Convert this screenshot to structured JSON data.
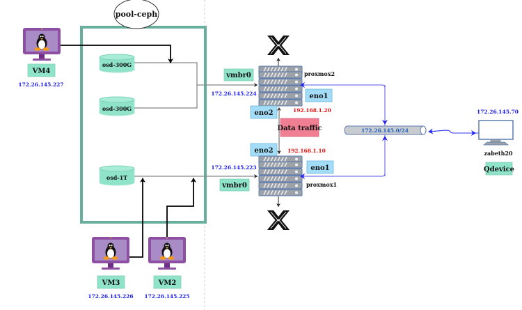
{
  "pool": {
    "label": "pool-ceph",
    "border_color": "#67af9c"
  },
  "osds": [
    {
      "label": "osd-300G"
    },
    {
      "label": "osd-300G"
    },
    {
      "label": "osd-1T"
    }
  ],
  "vms": [
    {
      "name": "VM4",
      "ip": "172.26.145.227",
      "icon": "linux-tux-monitor-icon"
    },
    {
      "name": "VM3",
      "ip": "172.26.145.226",
      "icon": "linux-tux-monitor-icon"
    },
    {
      "name": "VM2",
      "ip": "172.26.145.225",
      "icon": "linux-tux-monitor-icon"
    }
  ],
  "nodes": [
    {
      "hostname": "proxmox2",
      "bridge": "vmbr0",
      "bridge_ip": "172.26.145.224",
      "eno1": "eno1",
      "eno2": "eno2",
      "eno2_ip": "192.168.1.20",
      "icon": "server-rack-icon",
      "logo": "proxmox-logo-icon"
    },
    {
      "hostname": "proxmox1",
      "bridge": "vmbr0",
      "bridge_ip": "172.26.145.223",
      "eno1": "eno1",
      "eno2": "eno2",
      "eno2_ip": "192.168.1.10",
      "icon": "server-rack-icon",
      "logo": "proxmox-logo-icon"
    }
  ],
  "data_traffic": {
    "label": "Data traffic",
    "color": "#f07f93"
  },
  "network": {
    "subnet": "172.26.145.0/24"
  },
  "qdevice": {
    "hostname": "zabeth20",
    "ip": "172.26.145.70",
    "role": "Qdevice",
    "icon": "desktop-computer-icon"
  },
  "colors": {
    "tag_green": "#8fe3c9",
    "tag_blue": "#a3dcf7",
    "vm_purple": "#8e4fa3",
    "ip_blue": "#1a1aee",
    "ip_red": "#ee1111",
    "link_blue": "#3333ee"
  }
}
